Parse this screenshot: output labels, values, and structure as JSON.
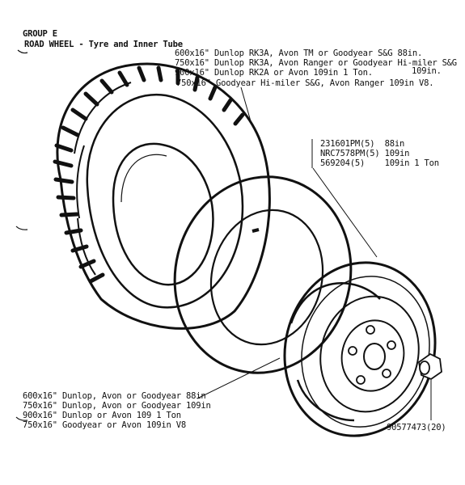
{
  "header": {
    "group": "GROUP E",
    "title": "ROAD WHEEL - Tyre and Inner Tube"
  },
  "tyre_specs": [
    "600x16\" Dunlop RK3A, Avon TM or Goodyear S&G 88in.",
    "750x16\" Dunlop RK3A, Avon Ranger or Goodyear Hi-miler S&G",
    "109in.",
    "900x16\" Dunlop RK2A or Avon 109in 1 Ton.",
    "750x16\" Goodyear Hi-miler S&G, Avon Ranger 109in V8."
  ],
  "wheel_parts": [
    "231601PM(5)  88in",
    "NRC7578PM(5) 109in",
    "569204(5)    109in 1 Ton"
  ],
  "tube_specs": [
    "600x16\" Dunlop, Avon or Goodyear 88in",
    "750x16\" Dunlop, Avon or Goodyear 109in",
    "900x16\" Dunlop or Avon 109 1 Ton",
    "750x16\" Goodyear or Avon 109in V8"
  ],
  "nut_part": "90577473(20)"
}
